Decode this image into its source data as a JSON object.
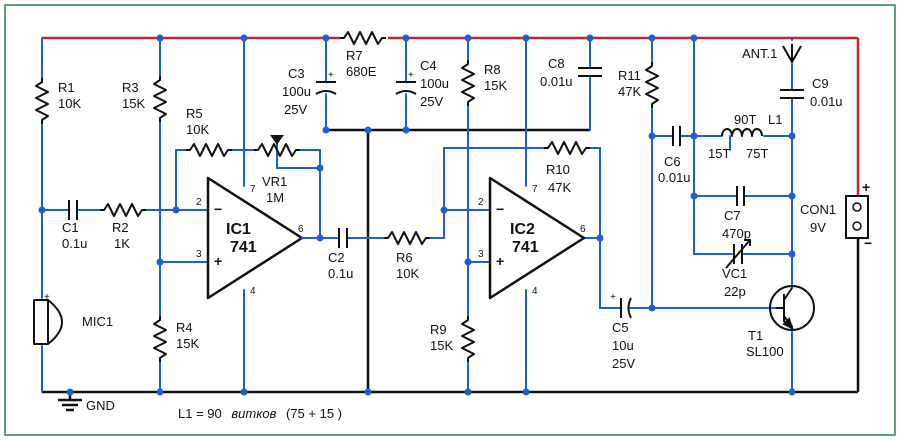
{
  "labels": {
    "r1": {
      "ref": "R1",
      "val": "10K"
    },
    "r2": {
      "ref": "R2",
      "val": "1K"
    },
    "r3": {
      "ref": "R3",
      "val": "15K"
    },
    "r4": {
      "ref": "R4",
      "val": "15K"
    },
    "r5": {
      "ref": "R5",
      "val": "10K"
    },
    "r6": {
      "ref": "R6",
      "val": "10K"
    },
    "r7": {
      "ref": "R7",
      "val": "680E"
    },
    "r8": {
      "ref": "R8",
      "val": "15K"
    },
    "r9": {
      "ref": "R9",
      "val": "15K"
    },
    "r10": {
      "ref": "R10",
      "val": "47K"
    },
    "r11": {
      "ref": "R11",
      "val": "47K"
    },
    "vr1": {
      "ref": "VR1",
      "val": "1M"
    },
    "c1": {
      "ref": "C1",
      "val": "0.1u"
    },
    "c2": {
      "ref": "C2",
      "val": "0.1u"
    },
    "c3": {
      "ref": "C3",
      "val": "100u",
      "volt": "25V"
    },
    "c4": {
      "ref": "C4",
      "val": "100u",
      "volt": "25V"
    },
    "c5": {
      "ref": "C5",
      "val": "10u",
      "volt": "25V"
    },
    "c6": {
      "ref": "C6",
      "val": "0.01u"
    },
    "c7": {
      "ref": "C7",
      "val": "470p"
    },
    "c8": {
      "ref": "C8",
      "val": "0.01u"
    },
    "c9": {
      "ref": "C9",
      "val": "0.01u"
    },
    "vc1": {
      "ref": "VC1",
      "val": "22p"
    },
    "l1": {
      "ref": "L1",
      "turns_total": "90T",
      "tap_a": "15T",
      "tap_b": "75T"
    },
    "ic1": {
      "ref": "IC1",
      "part": "741",
      "pin_inv": "2",
      "pin_noninv": "3",
      "pin_vcc": "7",
      "pin_gnd": "4",
      "pin_out": "6"
    },
    "ic2": {
      "ref": "IC2",
      "part": "741",
      "pin_inv": "2",
      "pin_noninv": "3",
      "pin_vcc": "7",
      "pin_gnd": "4",
      "pin_out": "6"
    },
    "t1": {
      "ref": "T1",
      "part": "SL100"
    },
    "mic1": {
      "ref": "MIC1"
    },
    "ant1": {
      "ref": "ANT.1"
    },
    "con1": {
      "ref": "CON1",
      "val": "9V",
      "plus": "+",
      "minus": "−"
    },
    "gnd": "GND",
    "note": {
      "prefix": "L1 = 90",
      "word": "витков",
      "suffix": "(75   + 15  )"
    },
    "signs": {
      "minus": "−",
      "plus": "+"
    }
  },
  "colors": {
    "wire": "#1b5fd0",
    "positive_rail": "#c0262f",
    "ground_rail": "#111111",
    "border": "#2e7d4a"
  }
}
